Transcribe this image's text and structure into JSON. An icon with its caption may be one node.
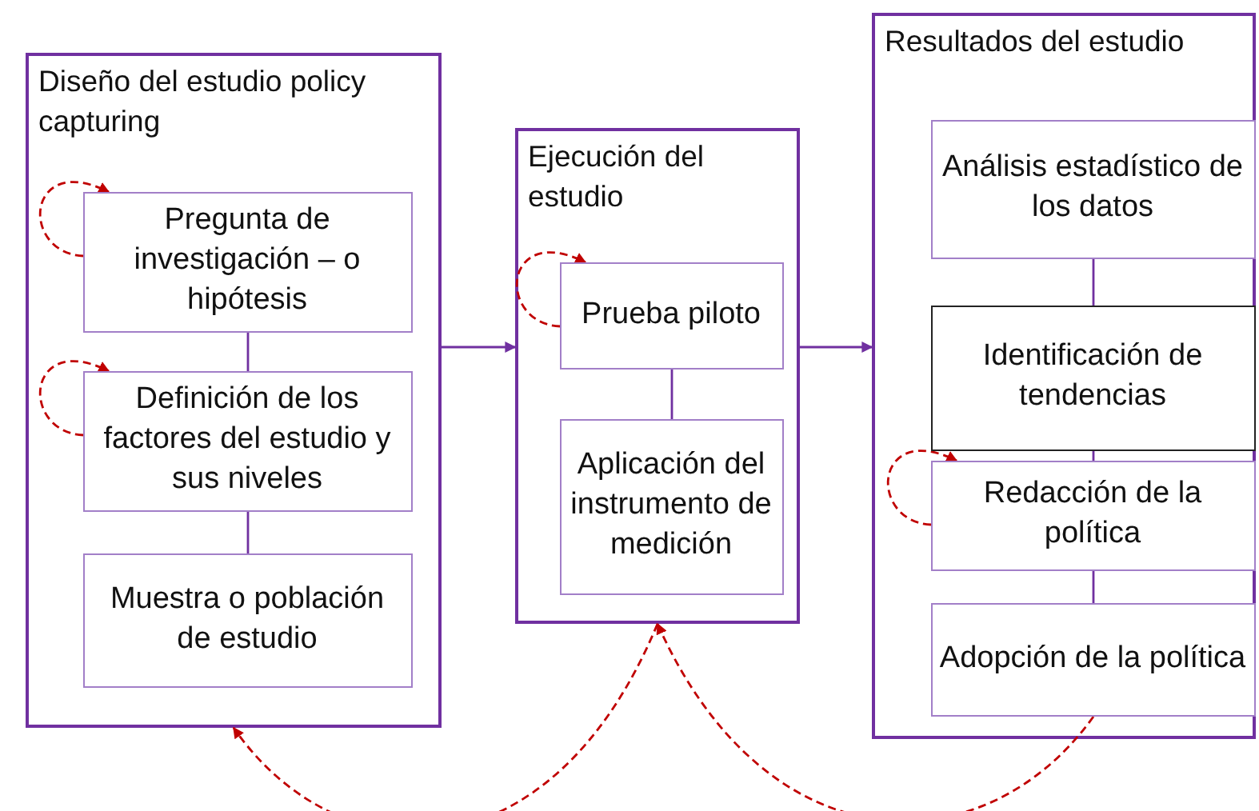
{
  "diagram": {
    "nodes": [
      {
        "text": [
          "Diseño del estudio policy capturing"
        ]
      },
      {
        "text": [
          "Pregunta de investigación – o hipótesis"
        ],
        "in": 0
      },
      {
        "text": [
          "Definición de los factores del estudio y sus niveles"
        ],
        "in": 0
      },
      {
        "text": [
          "Muestra o población de estudio"
        ],
        "in": 0
      },
      {
        "text": [
          "Ejecución del estudio"
        ]
      },
      {
        "text": [
          "Prueba piloto"
        ],
        "in": 4
      },
      {
        "text": [
          "Aplicación del instrumento de medición"
        ],
        "in": 4
      },
      {
        "text": [
          "Resultados del estudio"
        ]
      },
      {
        "text": [
          "Análisis estadístico de los datos"
        ],
        "in": 7
      },
      {
        "text": [
          "Identificación de tendencias"
        ],
        "in": 7
      },
      {
        "text": [
          "Redacción de la política"
        ],
        "in": 7
      },
      {
        "text": [
          "Adopción de la política"
        ],
        "in": 7
      }
    ],
    "edges": [
      {
        "from": 1,
        "to": 1,
        "arrow": "to",
        "style": "dashed",
        "color": "#c00000"
      },
      {
        "from": 2,
        "to": 2,
        "arrow": "to",
        "style": "dashed",
        "color": "#c00000"
      },
      {
        "from": 1,
        "to": 2,
        "arrow": "none"
      },
      {
        "from": 2,
        "to": 3,
        "arrow": "none"
      },
      {
        "from": 0,
        "to": 4,
        "arrow": "to"
      },
      {
        "from": 5,
        "to": 5,
        "arrow": "to",
        "style": "dashed",
        "color": "#c00000"
      },
      {
        "from": 5,
        "to": 6,
        "arrow": "none"
      },
      {
        "from": 4,
        "to": 7,
        "arrow": "to"
      },
      {
        "from": 8,
        "to": 9,
        "arrow": "none"
      },
      {
        "from": 9,
        "to": 10,
        "arrow": "none"
      },
      {
        "from": 10,
        "to": 10,
        "arrow": "to",
        "style": "dashed",
        "color": "#c00000"
      },
      {
        "from": 10,
        "to": 11,
        "arrow": "none"
      },
      {
        "from": 11,
        "to": 4,
        "arrow": "to",
        "style": "dashed",
        "color": "#c00000"
      },
      {
        "from": 4,
        "to": 0,
        "arrow": "to",
        "style": "dashed",
        "color": "#c00000"
      }
    ]
  }
}
